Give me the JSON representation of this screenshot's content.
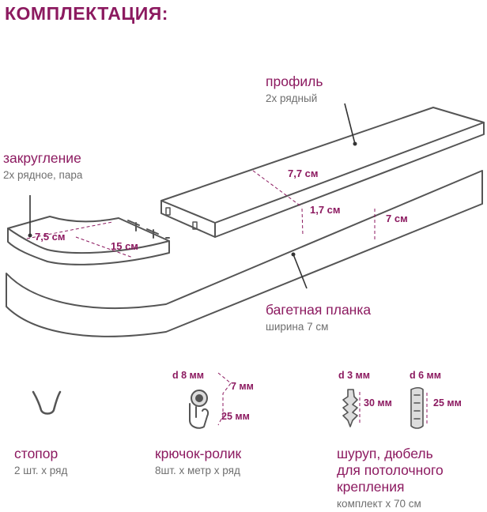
{
  "header": {
    "title": "КОМПЛЕКТАЦИЯ:"
  },
  "profile": {
    "label": "профиль",
    "sub": "2х рядный",
    "width": "7,7 см",
    "height": "1,7 см"
  },
  "rounding": {
    "label": "закругление",
    "sub": "2х рядное, пара",
    "dim_a": "7,5 см",
    "dim_b": "15 см"
  },
  "baguette": {
    "label": "багетная планка",
    "sub": "ширина 7 см",
    "height": "7 см"
  },
  "stopper": {
    "label": "стопор",
    "sub": "2 шт. х ряд"
  },
  "hook": {
    "label": "крючок-ролик",
    "sub": "8шт. х метр х ряд",
    "d": "d 8 мм",
    "h1": "7 мм",
    "h2": "25 мм"
  },
  "fixing": {
    "label_line1": "шуруп, дюбель",
    "label_line2": "для потолочного",
    "label_line3": "крепления",
    "sub": "комплект х 70 см",
    "screw_d": "d 3 мм",
    "screw_len": "30 мм",
    "dowel_d": "d 6 мм",
    "dowel_len": "25 мм"
  }
}
